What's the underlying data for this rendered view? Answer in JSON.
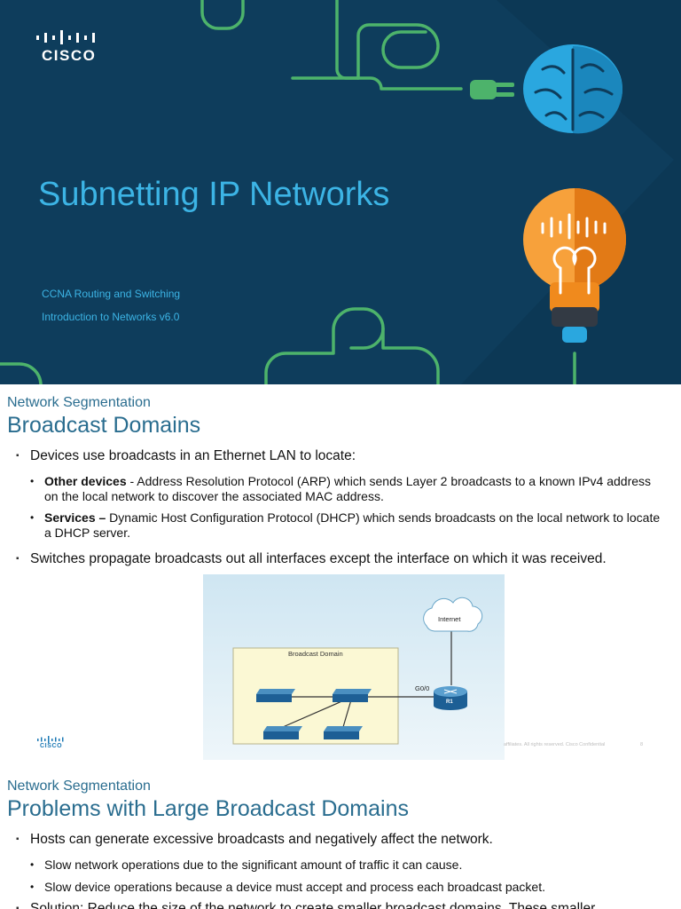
{
  "title_slide": {
    "logo_text": "CISCO",
    "title": "Subnetting IP Networks",
    "subtitle_1": "CCNA Routing and Switching",
    "subtitle_2": "Introduction to Networks v6.0",
    "colors": {
      "background": "#0e3d5c",
      "accent": "#3cb4e5",
      "line": "#4db36b",
      "bulb": "#f08a1d",
      "brain": "#2aa7df"
    }
  },
  "slide_2": {
    "section": "Network Segmentation",
    "title": "Broadcast Domains",
    "bullets": [
      {
        "text": "Devices use broadcasts in an Ethernet LAN to locate:",
        "sub": [
          {
            "bold": "Other devices",
            "text": " - Address Resolution Protocol (ARP) which sends Layer 2 broadcasts to a known IPv4 address on the local network to discover the associated MAC address."
          },
          {
            "bold": "Services –",
            "text": " Dynamic Host Configuration Protocol (DHCP) which sends broadcasts on the local network to locate a DHCP server."
          }
        ]
      },
      {
        "text": "Switches propagate broadcasts out all interfaces except the interface on which it was received."
      }
    ],
    "diagram": {
      "domain_label": "Broadcast Domain",
      "cloud_label": "Internet",
      "interface_label": "G0/0",
      "router_label": "R1"
    },
    "footer_logo": "CISCO",
    "footer_text": "affiliates. All rights reserved.   Cisco Confidential",
    "page_number": "8"
  },
  "slide_3": {
    "section": "Network Segmentation",
    "title": "Problems with Large Broadcast Domains",
    "bullets": [
      {
        "text": "Hosts can generate excessive broadcasts and negatively affect the network.",
        "sub": [
          "Slow network operations due to the significant amount of traffic it can cause.",
          "Slow device operations because a device must accept and process each broadcast packet."
        ]
      },
      {
        "text": "Solution: Reduce the size of the network to create smaller broadcast domains. These smaller"
      }
    ]
  }
}
